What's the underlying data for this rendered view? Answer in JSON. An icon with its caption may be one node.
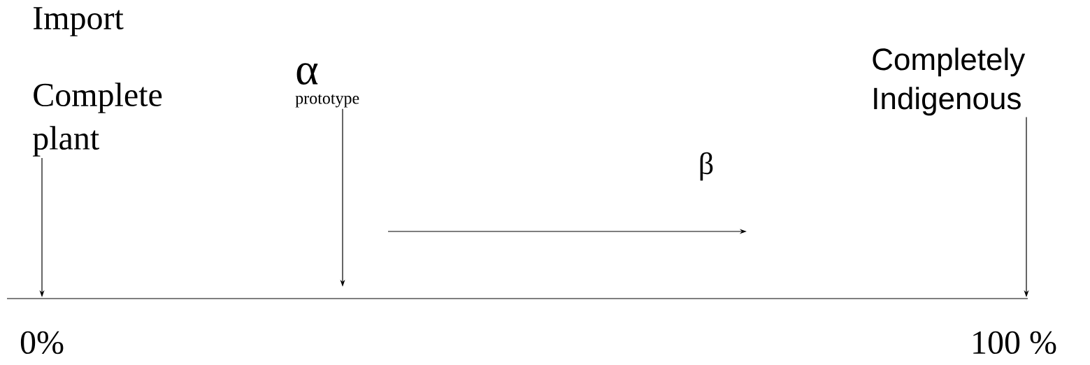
{
  "diagram": {
    "nodes": [
      {
        "text": [
          "Import",
          "Complete plant"
        ]
      },
      {
        "text": [
          "α",
          "prototype"
        ]
      },
      {
        "text": [
          "Completely Indigenous"
        ]
      }
    ],
    "edges": [
      {
        "from": 0,
        "to": null,
        "arrow": "to"
      },
      {
        "from": 1,
        "to": null,
        "arrow": "to"
      },
      {
        "from": 2,
        "to": null,
        "arrow": "to"
      }
    ],
    "labels": [
      "β",
      "0%",
      "100 %"
    ]
  }
}
